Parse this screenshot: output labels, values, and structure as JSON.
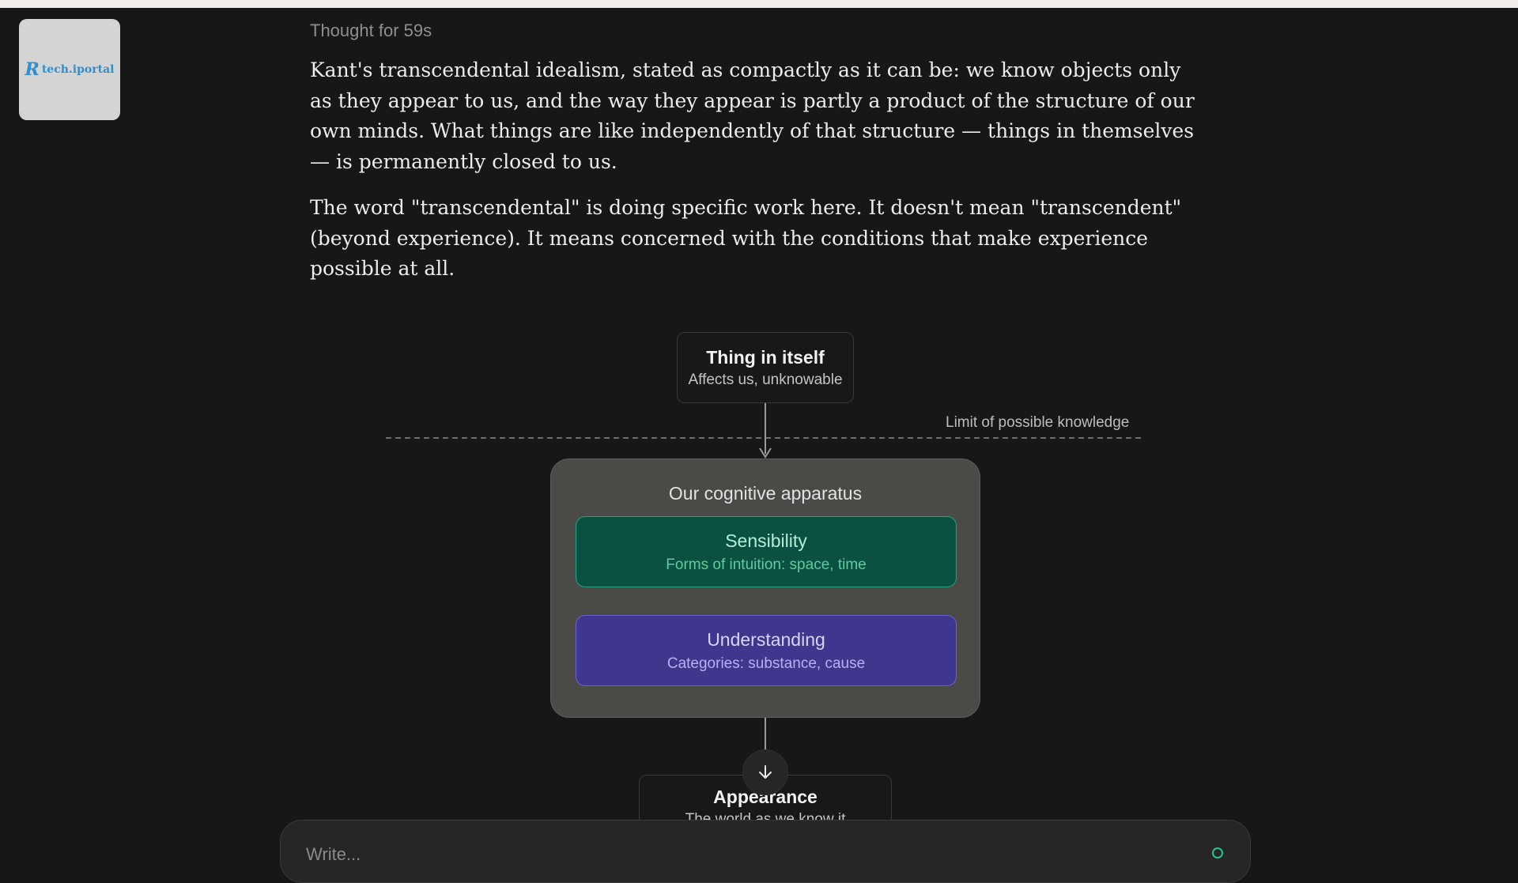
{
  "branding": {
    "logo_mark": "R",
    "logo_text": "tech.iportal"
  },
  "conversation": {
    "thought_label": "Thought for 59s",
    "paragraphs": [
      "Kant's transcendental idealism, stated as compactly as it can be: we know objects only as they appear to us, and the way they appear is partly a product of the structure of our own minds. What things are like independently of that structure — things in themselves — is permanently closed to us.",
      "The word \"transcendental\" is doing specific work here. It doesn't mean \"transcendent\" (beyond experience). It means concerned with the conditions that make experience possible at all."
    ]
  },
  "diagram": {
    "thing": {
      "title": "Thing in itself",
      "subtitle": "Affects us, unknowable"
    },
    "limit_label": "Limit of possible knowledge",
    "apparatus": {
      "title": "Our cognitive apparatus",
      "sensibility": {
        "title": "Sensibility",
        "subtitle": "Forms of intuition: space, time"
      },
      "understanding": {
        "title": "Understanding",
        "subtitle": "Categories: substance, cause"
      }
    },
    "appearance": {
      "title": "Appearance",
      "subtitle": "The world as we know it"
    }
  },
  "composer": {
    "placeholder": "Write..."
  },
  "colors": {
    "background": "#171717",
    "sensibility_fill": "#0b5141",
    "understanding_fill": "#3f378d",
    "accent": "#22c39a"
  },
  "icons": {
    "scroll_down": "arrow-down-icon",
    "logo": "logo-icon"
  }
}
